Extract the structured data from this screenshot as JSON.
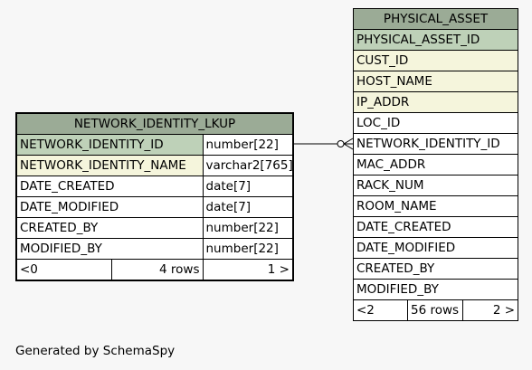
{
  "lkup": {
    "title": "NETWORK_IDENTITY_LKUP",
    "rows": [
      {
        "name": "NETWORK_IDENTITY_ID",
        "type": "number[22]"
      },
      {
        "name": "NETWORK_IDENTITY_NAME",
        "type": "varchar2[765]"
      },
      {
        "name": "DATE_CREATED",
        "type": "date[7]"
      },
      {
        "name": "DATE_MODIFIED",
        "type": "date[7]"
      },
      {
        "name": "CREATED_BY",
        "type": "number[22]"
      },
      {
        "name": "MODIFIED_BY",
        "type": "number[22]"
      }
    ],
    "footer": {
      "left": "<0",
      "mid": "4 rows",
      "right": "1 >"
    }
  },
  "asset": {
    "title": "PHYSICAL_ASSET",
    "rows": [
      "PHYSICAL_ASSET_ID",
      "CUST_ID",
      "HOST_NAME",
      "IP_ADDR",
      "LOC_ID",
      "NETWORK_IDENTITY_ID",
      "MAC_ADDR",
      "RACK_NUM",
      "ROOM_NAME",
      "DATE_CREATED",
      "DATE_MODIFIED",
      "CREATED_BY",
      "MODIFIED_BY"
    ],
    "footer": {
      "left": "<2",
      "mid": "56 rows",
      "right": "2 >"
    }
  },
  "generated_by": "Generated by SchemaSpy"
}
